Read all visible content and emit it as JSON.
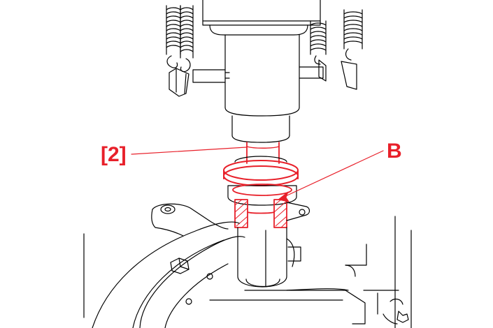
{
  "callouts": {
    "part_label": "[2]",
    "section_label": "B"
  },
  "colors": {
    "line": "#000000",
    "highlight": "#e8202a",
    "background": "#ffffff"
  },
  "icons": [
    "press-ram",
    "springs",
    "bushing",
    "housing",
    "bolt"
  ]
}
